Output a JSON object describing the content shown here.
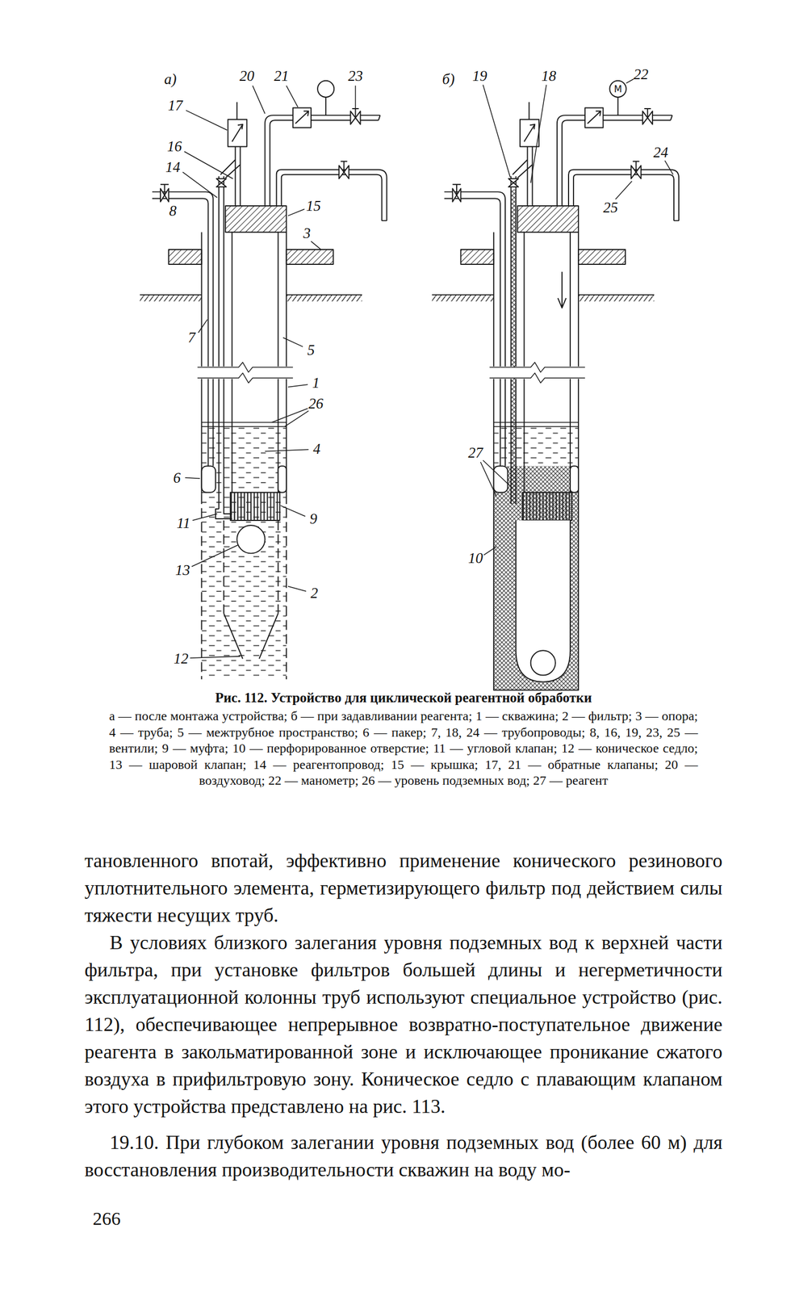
{
  "diagram": {
    "caption": "Рис. 112. Устройство для циклической реагентной обработки",
    "labels": [
      "а)",
      "17",
      "16",
      "14",
      "8",
      "20",
      "21",
      "23",
      "15",
      "3",
      "7",
      "5",
      "1",
      "26",
      "4",
      "6",
      "11",
      "9",
      "13",
      "2",
      "12",
      "б)",
      "19",
      "18",
      "22",
      "М",
      "24",
      "25",
      "27",
      "10",
      "а — после монтажа устройства; б — при задавливании реагента; 1 — скважина; 2 — фильтр; 3 — опора; 4 — труба; 5 — межтрубное пространство; 6 — пакер; 7, 18, 24 — трубопроводы; 8, 16, 19, 23, 25 — вентили; 9 — муфта; 10 — перфорированное отверстие; 11 — угловой клапан; 12 — коническое седло; 13 — шаровой клапан; 14 — реагентопровод; 15 — крышка; 17, 21 — обратные клапаны; 20 — воздуховод; 22 — манометр; 26 — уровень подземных вод; 27 — реагент",
      "тановленного впотай, эффективно применение конического резинового уплотнительного элемента, герметизирующего фильтр под действием силы тяжести несущих труб.",
      "В условиях близкого залегания уровня подземных вод к верхней части фильтра, при установке фильтров большей длины и негерметичности эксплуатационной колонны труб используют специальное устройство (рис. 112), обеспечивающее непрерывное возвратно-поступательное движение реагента в закольматированной зоне и исключающее проникание сжатого воздуха в прифильтровую зону. Коническое седло с плавающим клапаном этого устройства представлено на рис. 113.",
      "19.10. При глубоком залегании уровня подземных вод (более 60 м) для восстановления производительности скважин на воду мо-",
      "266"
    ]
  }
}
